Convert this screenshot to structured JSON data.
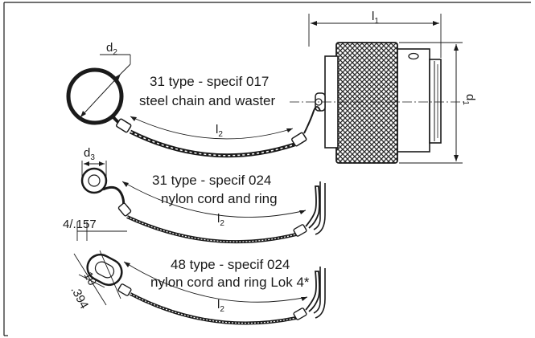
{
  "colors": {
    "ink": "#1a1a1a",
    "paper": "#ffffff",
    "knurl": "#2a2a2a"
  },
  "captions": {
    "chain_line1": "31 type - specif 017",
    "chain_line2": "steel chain and waster",
    "cord_line1": "31 type - specif 024",
    "cord_line2": "nylon cord and ring",
    "lok_line1": "48 type - specif 024",
    "lok_line2": "nylon cord and ring Lok 4*"
  },
  "dimensions": {
    "l1": {
      "main": "l",
      "sub": "1"
    },
    "d1": {
      "main": "d",
      "sub": "1"
    },
    "d2": {
      "main": "d",
      "sub": "2"
    },
    "d3": {
      "main": "d",
      "sub": "3"
    },
    "l2_top": {
      "main": "l",
      "sub": "2"
    },
    "l2_mid": {
      "main": "l",
      "sub": "2"
    },
    "l2_bot": {
      "main": "l",
      "sub": "2"
    },
    "ring_gap": "4/.157",
    "lok_width": "10",
    "lok_width_in": ".394"
  }
}
